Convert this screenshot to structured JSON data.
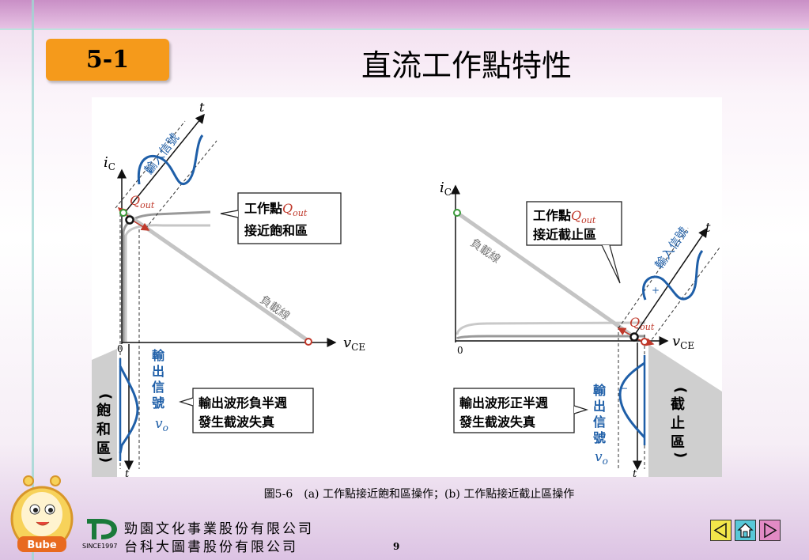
{
  "slide": {
    "section": "5-1",
    "title": "直流工作點特性",
    "page": "9"
  },
  "diagram": {
    "a": {
      "y_axis": "i",
      "y_sub": "C",
      "x_axis": "v",
      "x_sub": "CE",
      "origin": "0",
      "q_label": "Q",
      "q_sub": "out",
      "input_signal": "輸入信號",
      "time_axis": "t",
      "load_line": "負載線",
      "callout_line1": "工作點",
      "callout_q": "Q",
      "callout_q_sub": "out",
      "callout_line2": "接近飽和區",
      "output_signal": [
        "輸",
        "出",
        "信",
        "號"
      ],
      "vo": "v",
      "vo_sub": "o",
      "region": [
        "(",
        "飽",
        "和",
        "區",
        ")"
      ],
      "note_line1": "輸出波形負半週",
      "note_line2": "發生截波失真",
      "plus": "+",
      "out_t": "t"
    },
    "b": {
      "y_axis": "i",
      "y_sub": "C",
      "x_axis": "v",
      "x_sub": "CE",
      "origin": "0",
      "q_label": "Q",
      "q_sub": "out",
      "input_signal": "輸入信號",
      "time_axis": "t",
      "load_line": "負載線",
      "callout_line1": "工作點",
      "callout_q": "Q",
      "callout_q_sub": "out",
      "callout_line2": "接近截止區",
      "output_signal": [
        "輸",
        "出",
        "信",
        "號"
      ],
      "vo": "v",
      "vo_sub": "o",
      "region": [
        "(",
        "截",
        "止",
        "區",
        ")"
      ],
      "note_line1": "輸出波形正半週",
      "note_line2": "發生截波失真",
      "plus": "+",
      "minus": "−",
      "out_t": "t"
    },
    "caption": "圖5-6　(a) 工作點接近飽和區操作；(b) 工作點接近截止區操作"
  },
  "footer": {
    "publisher_line1": "勁園文化事業股份有限公司",
    "publisher_line2": "台科大圖書股份有限公司",
    "since": "SINCE1997",
    "mascot": "Bube"
  },
  "icons": [
    "prev-arrow-icon",
    "home-icon",
    "next-arrow-icon"
  ],
  "colors": {
    "accent": "#f59a1b",
    "signal_blue": "#1f5fa8",
    "q_red": "#c0392b",
    "nav_yellow": "#f2e64a",
    "nav_cyan": "#58c8d8",
    "nav_pink": "#e28ac4"
  }
}
